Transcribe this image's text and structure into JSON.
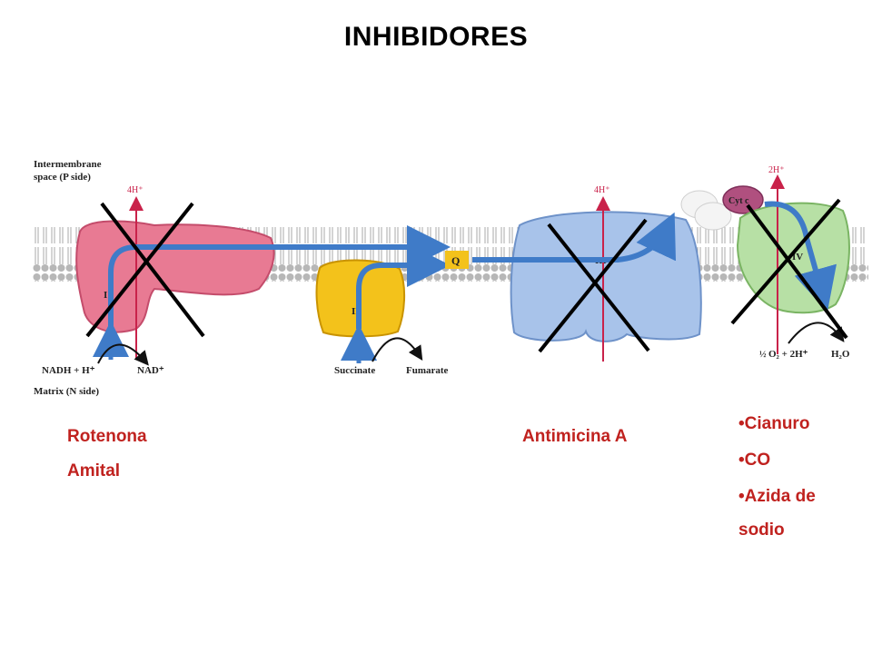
{
  "title": "INHIBIDORES",
  "diagram": {
    "space_label_1": "Intermembrane",
    "space_label_2": "space (P side)",
    "matrix_label": "Matrix (N side)",
    "h_complex_I": "4H⁺",
    "h_complex_III": "4H⁺",
    "h_complex_IV": "2H⁺",
    "complex_I": "I",
    "complex_II": "II",
    "complex_III": "III",
    "complex_IV": "IV",
    "q_label": "Q",
    "cyt_c": "Cyt c",
    "nadh": "NADH + H⁺",
    "nad": "NAD⁺",
    "succinate": "Succinate",
    "fumarate": "Fumarate",
    "o2_frac": "½",
    "o2_rest": "O₂ + 2H⁺",
    "h2o": "H₂O",
    "colors": {
      "complex_I": "#e87a93",
      "complex_II": "#f3c21b",
      "complex_III": "#a8c3ea",
      "complex_IV": "#b7e0a5",
      "cyt_c": "#b0507f",
      "arrow": "#3f7bc8",
      "proton": "#c9224a",
      "inhibitor_text": "#c0221f"
    }
  },
  "inhibitors": {
    "complex_I": [
      "Rotenona",
      "Amital"
    ],
    "complex_III": [
      "Antimicina A"
    ],
    "complex_IV": [
      "•Cianuro",
      "•CO",
      "•Azida de",
      "sodio"
    ]
  }
}
